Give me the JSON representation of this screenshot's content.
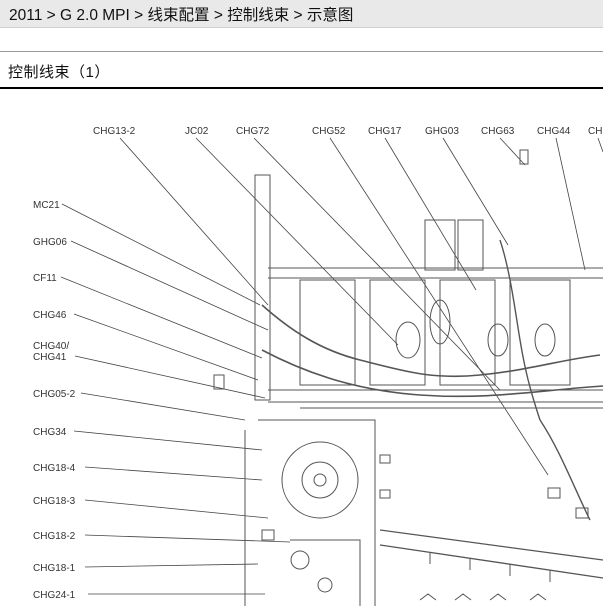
{
  "breadcrumb": {
    "items": [
      "2011",
      "G 2.0 MPI",
      "线束配置",
      "控制线束",
      "示意图"
    ],
    "separator": ">"
  },
  "section": {
    "title": "控制线束（1）"
  },
  "diagram": {
    "top_labels": [
      "CHG13-2",
      "JC02",
      "CHG72",
      "CHG52",
      "CHG17",
      "GHG03",
      "CHG63",
      "CHG44",
      "CH"
    ],
    "left_labels": [
      "MC21",
      "GHG06",
      "CF11",
      "CHG46",
      "CHG40/",
      "CHG41",
      "CHG05-2",
      "CHG34",
      "CHG18-4",
      "CHG18-3",
      "CHG18-2",
      "CHG18-1",
      "CHG24-1"
    ]
  }
}
